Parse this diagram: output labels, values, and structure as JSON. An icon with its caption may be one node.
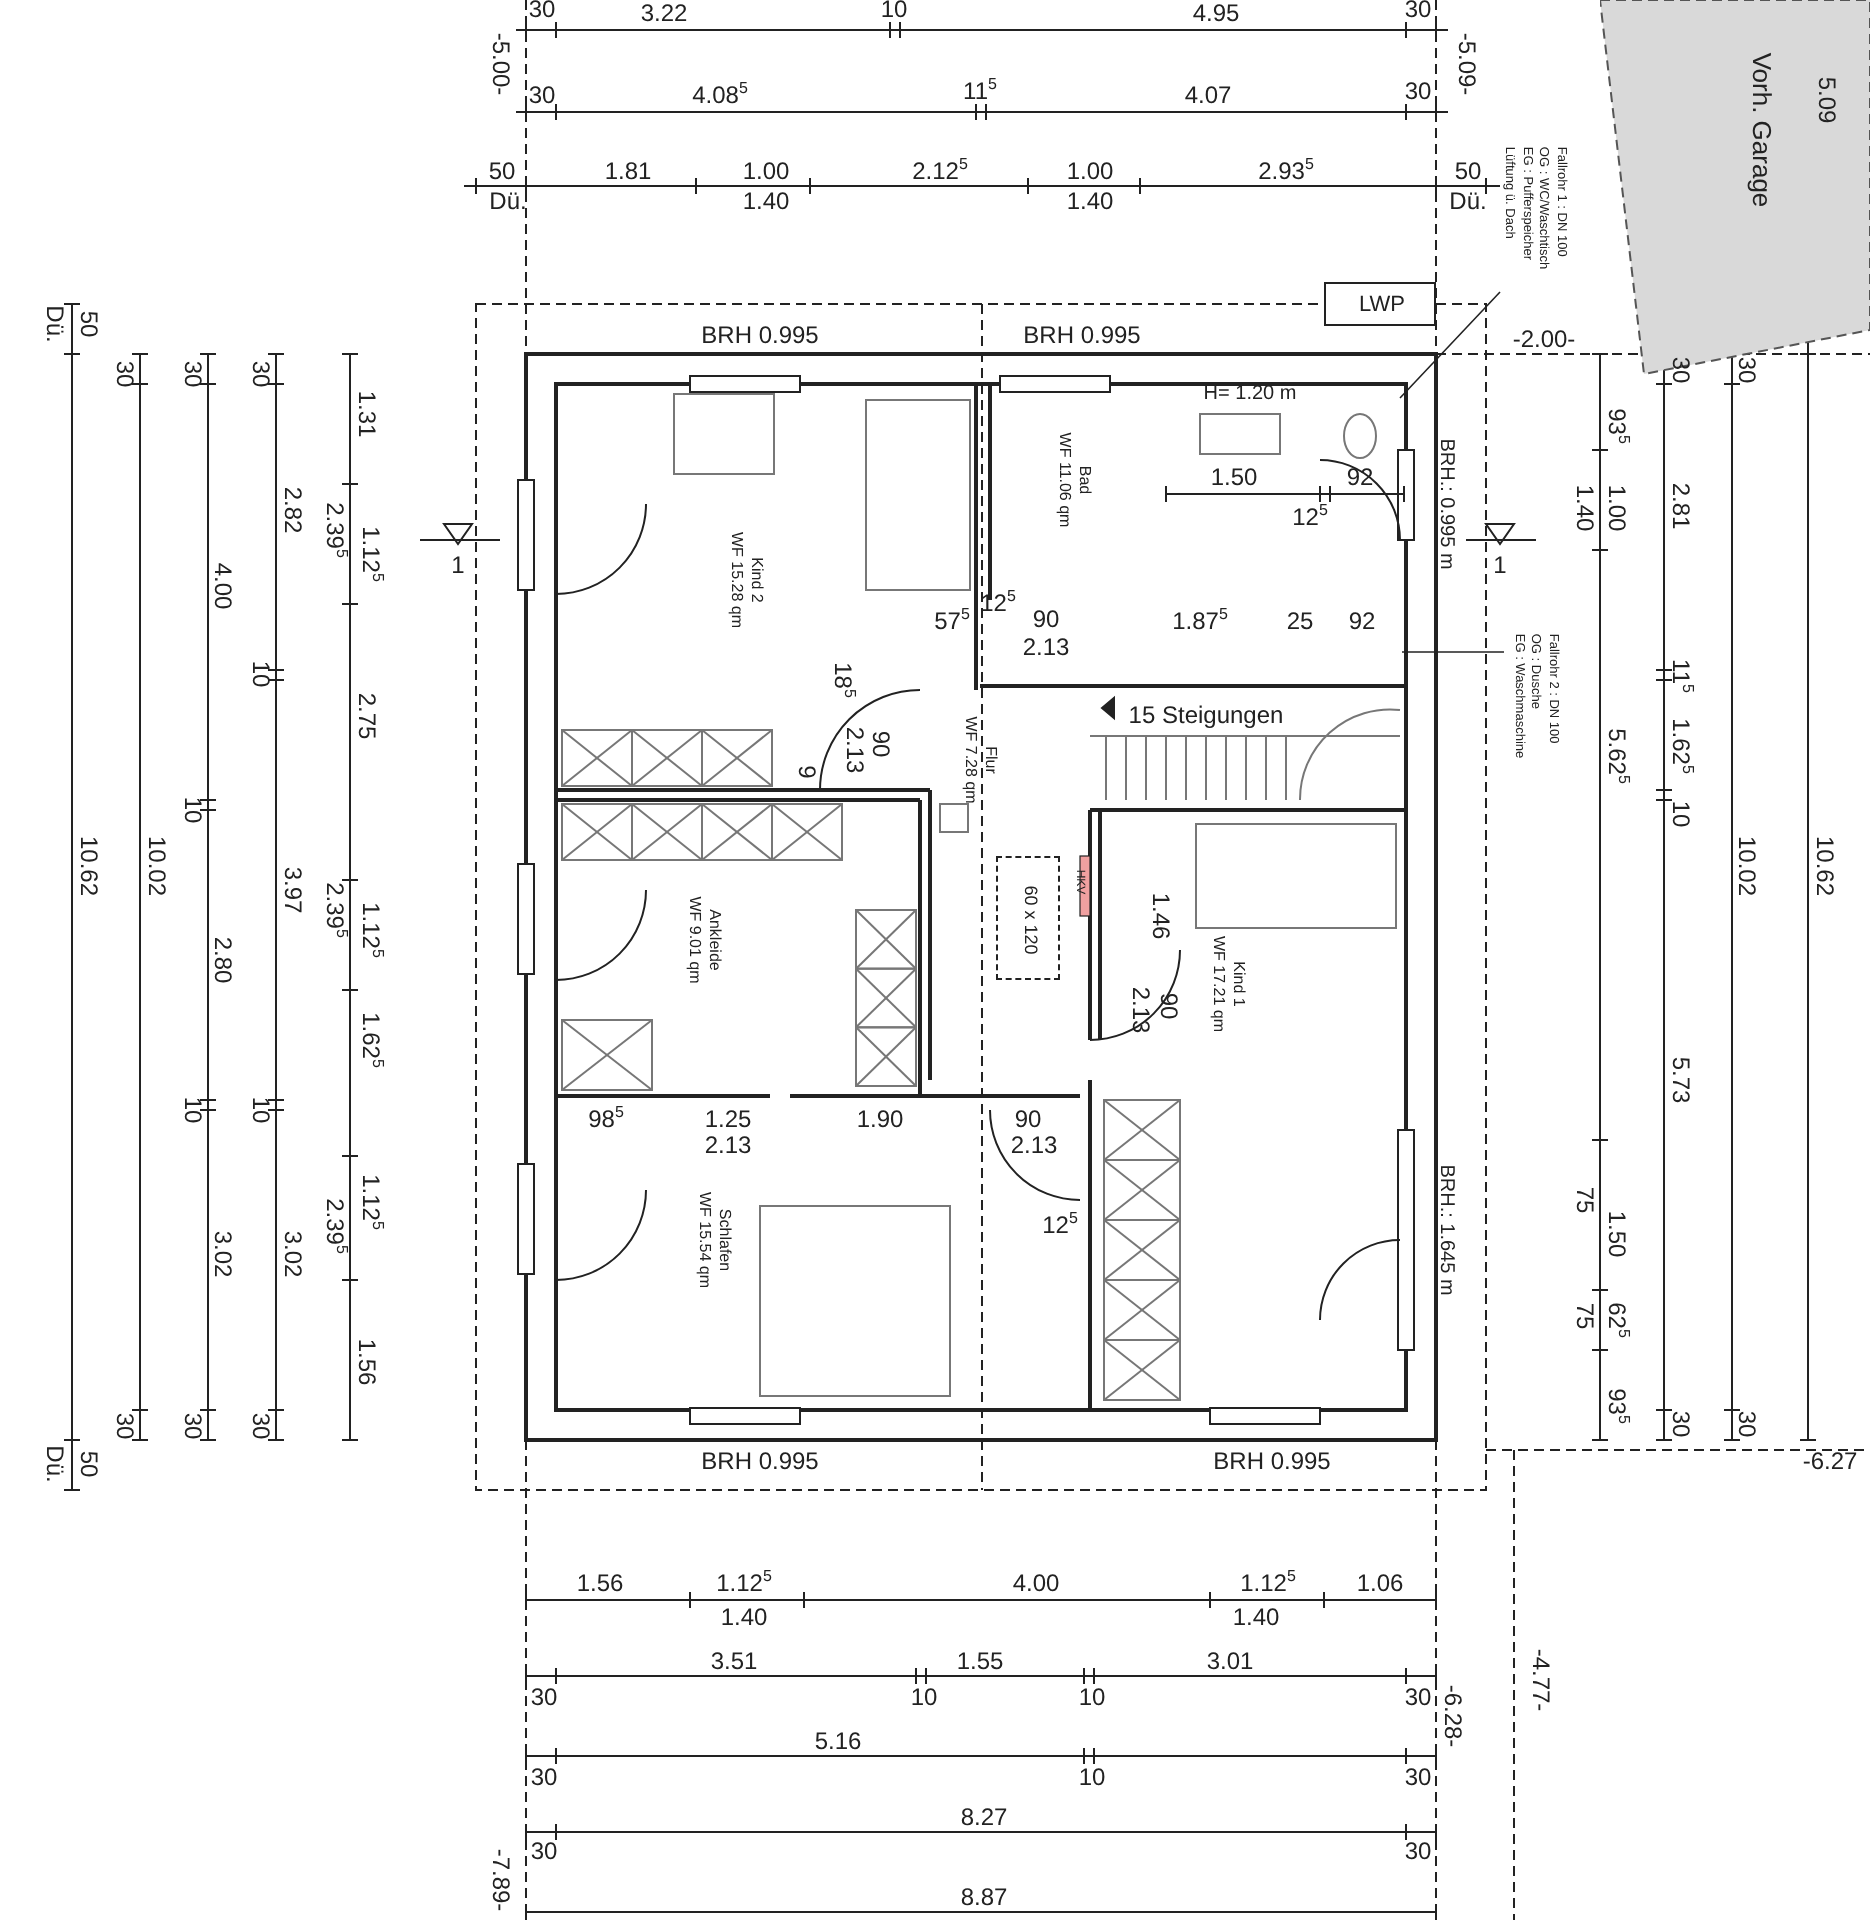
{
  "diagram": {
    "nodes": [
      {
        "text": [
          "Vorh. Garage"
        ]
      },
      {
        "text": [
          "LWP"
        ]
      },
      {
        "text": [
          "Kind 2",
          "WF 15.28 qm"
        ]
      },
      {
        "text": [
          "Bad",
          "WF 11.06 qm"
        ]
      },
      {
        "text": [
          "Flur",
          "WF 7.28 qm"
        ]
      },
      {
        "text": [
          "Ankleide",
          "WF 9.01 qm"
        ]
      },
      {
        "text": [
          "Kind 1",
          "WF 17.21 qm"
        ]
      },
      {
        "text": [
          "Schlafen",
          "WF 15.54 qm"
        ]
      },
      {
        "text": [
          "60 x 120"
        ],
        "in": 4
      },
      {
        "text": [
          "Fallrohr 1 : DN 100",
          "OG : WC/Waschtisch",
          "EG : Pufferspeicher",
          "Lüftung ü. Dach"
        ]
      },
      {
        "text": [
          "Fallrohr 2 : DN 100",
          "OG : Dusche",
          "EG : Waschmaschine"
        ]
      }
    ],
    "edges": [
      {
        "from": 9,
        "to": null,
        "arrow": "none"
      },
      {
        "from": 10,
        "to": null,
        "arrow": "none"
      }
    ],
    "labels": [
      "30",
      "3.22",
      "10",
      "4.95",
      "30",
      "-5.00-",
      "30",
      "4.08$^{5}$",
      "11$^{5}$",
      "4.07",
      "30",
      "-5.09-",
      "50",
      "Dü.",
      "1.81",
      "1.00",
      "1.40",
      "2.12$^{5}$",
      "1.00",
      "1.40",
      "2.93$^{5}$",
      "50",
      "Dü.",
      "5.09",
      "BRH 0.995",
      "BRH 0.995",
      "-2.00-",
      "H= 1.20 m",
      "BRH.: 0.995 m",
      "1.50",
      "12$^{5}$",
      "92",
      "1",
      "1",
      "57$^{5}$",
      "12$^{5}$",
      "90",
      "2.13",
      "1.87$^{5}$",
      "25",
      "92",
      "18$^{5}$",
      "2.13",
      "90",
      "9",
      "15 Steigungen",
      "HKV",
      "1.46",
      "2.13",
      "90",
      "98$^{5}$",
      "1.25",
      "1.90",
      "2.13",
      "90",
      "2.13",
      "12$^{5}$",
      "BRH.: 1.645 m",
      "BRH 0.995",
      "BRH 0.995",
      "50",
      "Dü.",
      "30",
      "30",
      "30",
      "1.31",
      "2.82",
      "2.39$^{5}$",
      "1.12$^{5}$",
      "4.00",
      "10",
      "2.75",
      "10",
      "10.62",
      "10.02",
      "3.97",
      "2.39$^{5}$",
      "1.12$^{5}$",
      "2.80",
      "1.62$^{5}$",
      "10",
      "10",
      "2.39$^{5}$",
      "1.12$^{5}$",
      "3.02",
      "3.02",
      "1.56",
      "30",
      "30",
      "30",
      "50",
      "Dü.",
      "30",
      "30",
      "93$^{5}$",
      "1.40",
      "1.00",
      "2.81",
      "11$^{5}$",
      "5.62$^{5}$",
      "1.62$^{5}$",
      "10",
      "10.02",
      "10.62",
      "5.73",
      "75",
      "1.50",
      "75",
      "62$^{5}$",
      "93$^{5}$",
      "30",
      "30",
      "-6.27",
      "1.56",
      "1.12$^{5}$",
      "1.40",
      "4.00",
      "1.12$^{5}$",
      "1.40",
      "1.06",
      "3.51",
      "1.55",
      "3.01",
      "-4.77-",
      "30",
      "10",
      "10",
      "30",
      "-6.28-",
      "5.16",
      "30",
      "10",
      "30",
      "8.27",
      "-7.89-",
      "30",
      "30",
      "8.87"
    ]
  }
}
